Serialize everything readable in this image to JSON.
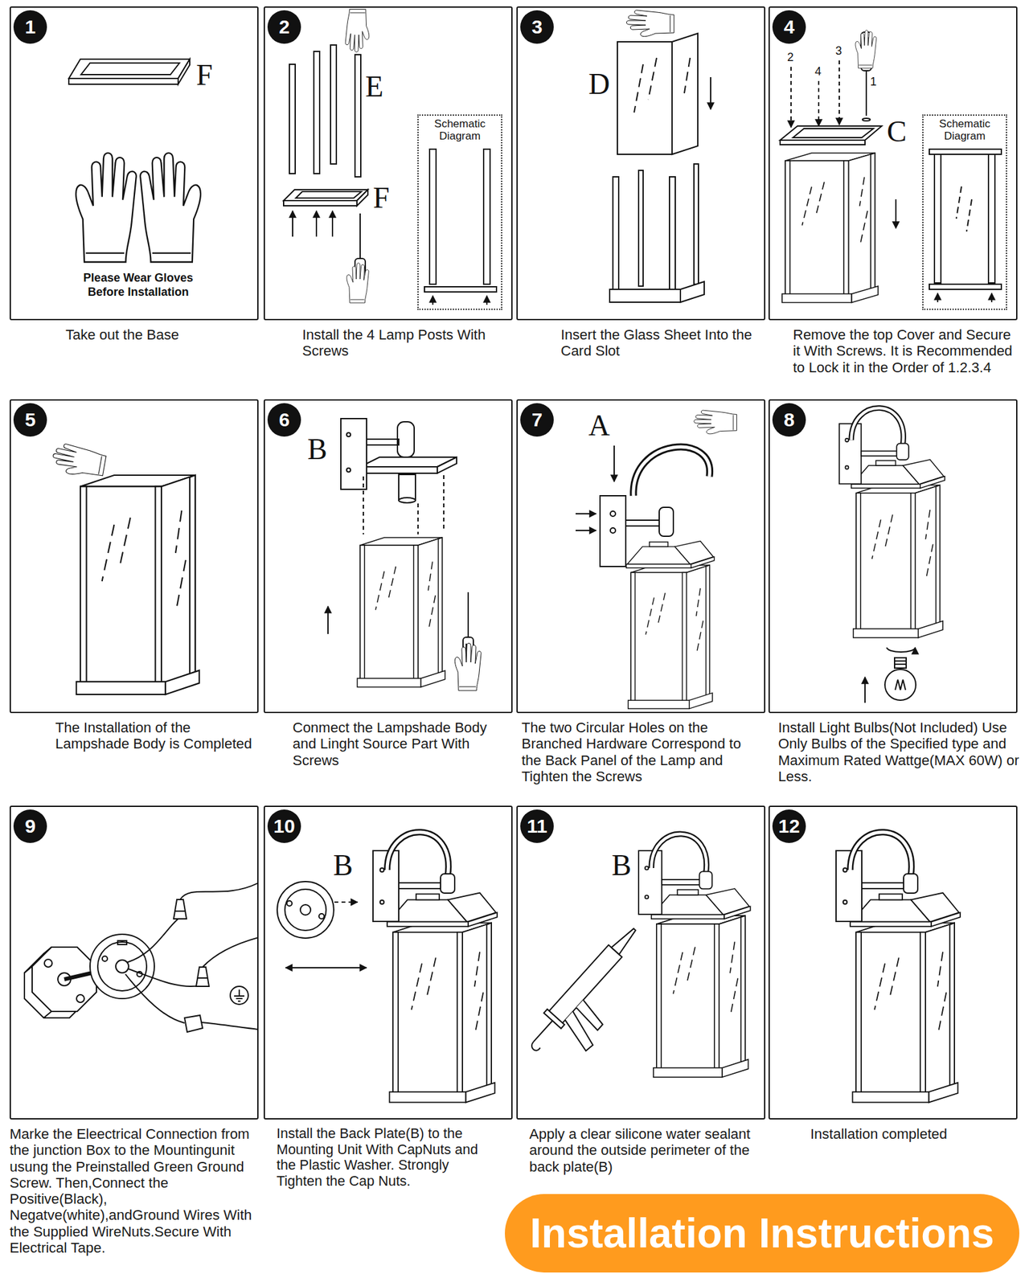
{
  "diagram": {
    "title": "Installation Instructions",
    "nodes": [
      {
        "text": [
          "Take out the Base"
        ]
      },
      {
        "text": [
          "1"
        ],
        "in": 0
      },
      {
        "text": [
          "Install the 4 Lamp Posts With Screws"
        ]
      },
      {
        "text": [
          "2"
        ],
        "in": 2
      },
      {
        "text": [
          "Schematic Diagram"
        ],
        "in": 2
      },
      {
        "text": [
          "Insert the Glass Sheet Into the Card Slot"
        ]
      },
      {
        "text": [
          "3"
        ],
        "in": 5
      },
      {
        "text": [
          "Remove the top Cover and Secure it With Screws. It is Recommended to Lock it in the Order of 1.2.3.4"
        ]
      },
      {
        "text": [
          "4"
        ],
        "in": 7
      },
      {
        "text": [
          "Schematic Diagram"
        ],
        "in": 7
      },
      {
        "text": [
          "The Installation of the Lampshade Body is Completed"
        ]
      },
      {
        "text": [
          "5"
        ],
        "in": 10
      },
      {
        "text": [
          "Conmect the Lampshade Body and Linght Source Part With Screws"
        ]
      },
      {
        "text": [
          "6"
        ],
        "in": 12
      },
      {
        "text": [
          "The two Circular Holes on the Branched Hardware Correspond to the Back Panel of the Lamp and Tighten the Screws"
        ]
      },
      {
        "text": [
          "7"
        ],
        "in": 14
      },
      {
        "text": [
          "Install Light Bulbs(Not Included) Use Only Bulbs of the Specified type and Maximum Rated Wattge(MAX 60W) or Less."
        ]
      },
      {
        "text": [
          "8"
        ],
        "in": 16
      },
      {
        "text": [
          "Marke the Eleectrical Connection from the junction Box to the Mountingunit usung the Preinstalled Green Ground Screw. Then,Connect the Positive(Black), Negatve(white),andGround Wires With the Supplied WireNuts.Secure With Electrical Tape."
        ]
      },
      {
        "text": [
          "9"
        ],
        "in": 18
      },
      {
        "text": [
          "Install the Back Plate(B) to the Mounting Unit With CapNuts and the Plastic Washer. Strongly Tighten the Cap Nuts."
        ]
      },
      {
        "text": [
          "10"
        ],
        "in": 20
      },
      {
        "text": [
          "Apply a clear silicone water sealant around the outside perimeter of the back plate(B)"
        ]
      },
      {
        "text": [
          "11"
        ],
        "in": 22
      },
      {
        "text": [
          "Installation completed"
        ]
      },
      {
        "text": [
          "12"
        ],
        "in": 24
      }
    ],
    "labels": [
      "F",
      "Please Wear Gloves Before Installation",
      "E",
      "F",
      "D",
      "2",
      "4",
      "3",
      "1",
      "C",
      "B",
      "A",
      "B",
      "B"
    ]
  }
}
